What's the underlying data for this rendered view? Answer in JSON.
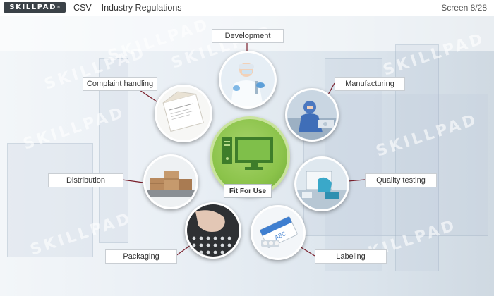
{
  "header": {
    "logo_text": "SKILLPAD",
    "title": "CSV – Industry Regulations",
    "screen": "Screen 8/28"
  },
  "watermark_text": "SKILLPAD",
  "center": {
    "label": "Fit For Use",
    "icon": "computer-monitor-icon",
    "color": "#8bc34a"
  },
  "stages": [
    {
      "label": "Development"
    },
    {
      "label": "Manufacturing"
    },
    {
      "label": "Quality testing"
    },
    {
      "label": "Labeling"
    },
    {
      "label": "Packaging"
    },
    {
      "label": "Distribution"
    },
    {
      "label": "Complaint handling"
    }
  ]
}
